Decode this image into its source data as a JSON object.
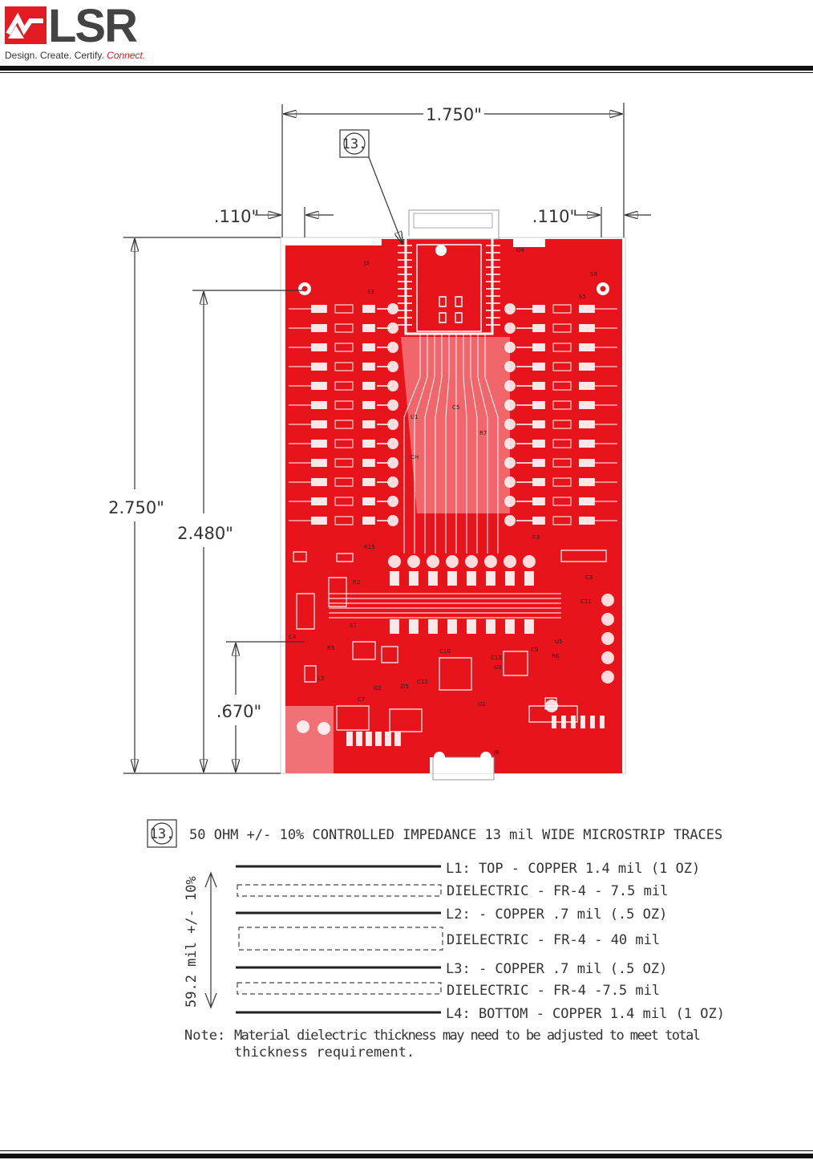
{
  "header": {
    "logo_text": "LSR",
    "tagline": "Design. Create. Certify.",
    "tagline_accent": "Connect."
  },
  "dimensions": {
    "width_overall": "1.750\"",
    "left_margin": ".110\"",
    "right_margin": ".110\"",
    "height_overall": "2.750\"",
    "height_mount": "2.480\"",
    "height_low": ".670\""
  },
  "callout": {
    "number": "13.",
    "description": "50 OHM +/- 10% CONTROLLED IMPEDANCE 13 mil WIDE MICROSTRIP TRACES"
  },
  "stackup": {
    "total_label": "59.2 mil +/- 10%",
    "layers": [
      {
        "text": "L1: TOP - COPPER 1.4 mil (1 OZ)"
      },
      {
        "text": "DIELECTRIC - FR-4 - 7.5 mil"
      },
      {
        "text": "L2: - COPPER .7 mil  (.5 OZ)"
      },
      {
        "text": "DIELECTRIC - FR-4 - 40 mil"
      },
      {
        "text": "L3: - COPPER .7 mil  (.5 OZ)"
      },
      {
        "text": "DIELECTRIC - FR-4 -7.5 mil"
      },
      {
        "text": "L4: BOTTOM - COPPER 1.4 mil (1 OZ)"
      }
    ]
  },
  "note": {
    "label": "Note:",
    "line1": "Material dielectric thickness may need to be adjusted to meet total",
    "line2": "thickness requirement."
  },
  "pcb_labels": [
    "J3",
    "S3",
    "U4",
    "S5",
    "U1",
    "C5",
    "R7",
    "CH",
    "R15",
    "R2",
    "S7",
    "C10",
    "C13",
    "U3",
    "Q2",
    "D5",
    "C12",
    "U2",
    "C7",
    "J8",
    "L3",
    "R8",
    "C3",
    "C4",
    "S8",
    "R6",
    "C9",
    "C11",
    "U5",
    "R5"
  ],
  "colors": {
    "pcb_copper": "#e8141c",
    "accent": "#d11f1f"
  }
}
